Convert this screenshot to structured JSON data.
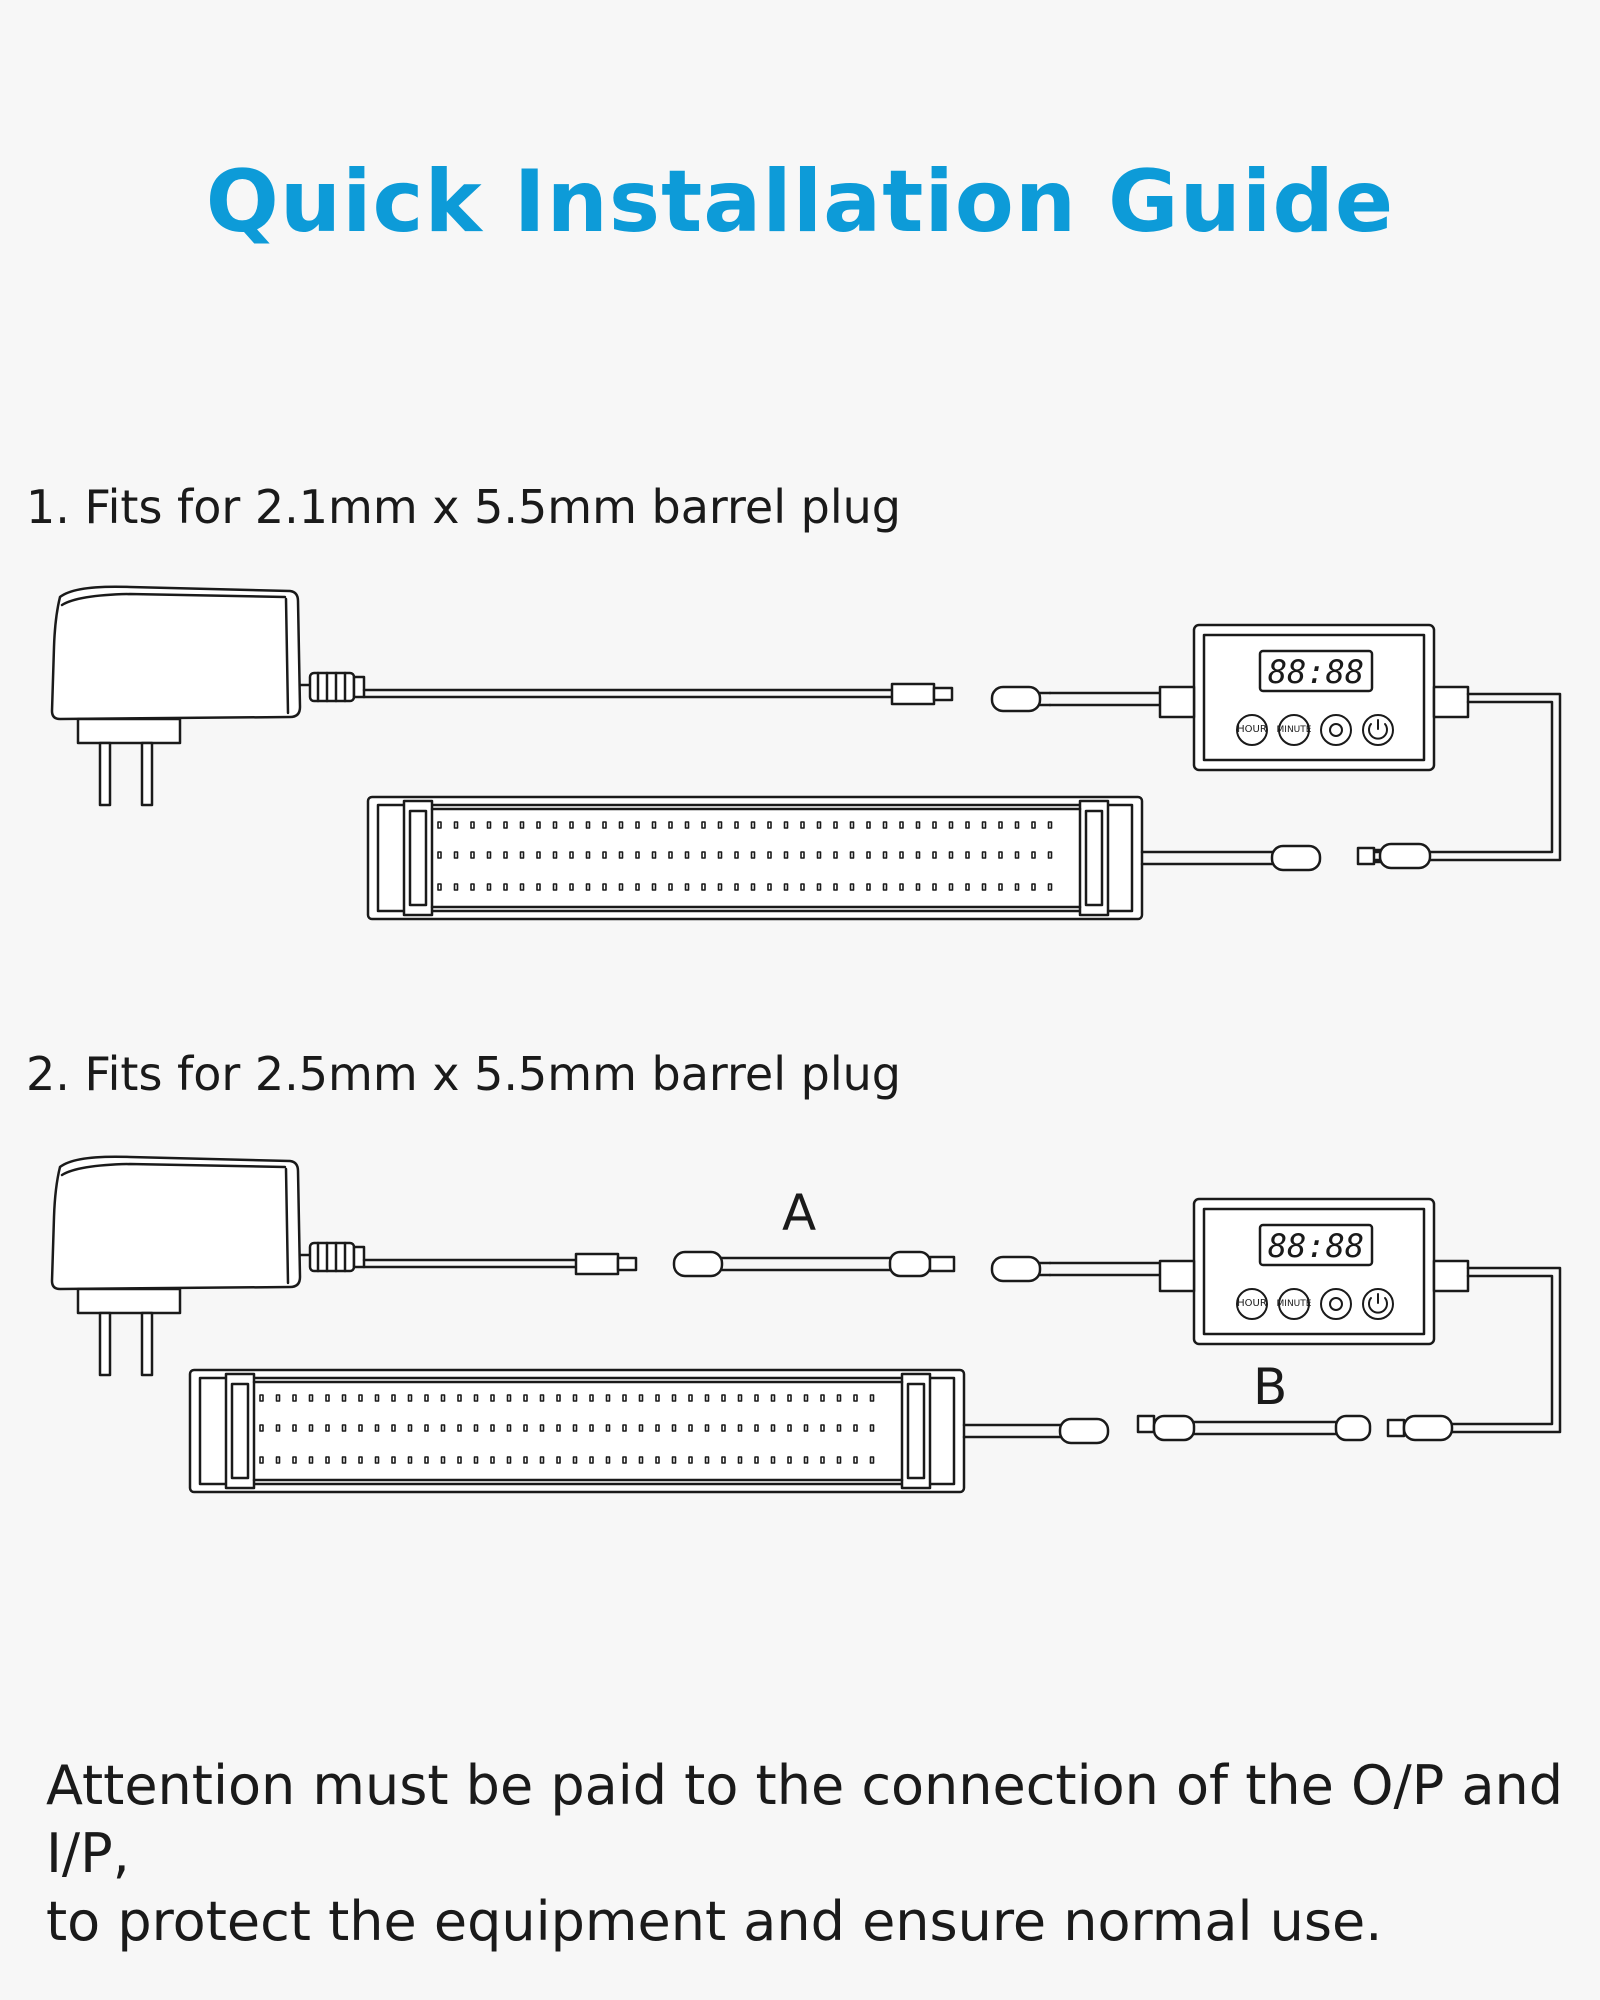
{
  "title": "Quick Installation Guide",
  "sections": [
    {
      "heading": "1. Fits for 2.1mm x 5.5mm barrel plug"
    },
    {
      "heading": "2. Fits for 2.5mm x 5.5mm barrel plug",
      "label_a": "A",
      "label_b": "B"
    }
  ],
  "controller": {
    "display": "88:88",
    "buttons": [
      "HOUR",
      "MINUTE"
    ]
  },
  "note": {
    "line1": "Attention must be paid to the connection of the O/P and I/P,",
    "line2": "to protect the equipment and ensure normal use."
  },
  "colors": {
    "title": "#0d9bd8",
    "line": "#1a1a1a",
    "background": "#f7f7f7"
  },
  "icons": [
    "power-adapter-icon",
    "timer-controller-icon",
    "led-light-bar-icon",
    "extension-cable-icon",
    "settings-gear-icon",
    "power-icon"
  ]
}
